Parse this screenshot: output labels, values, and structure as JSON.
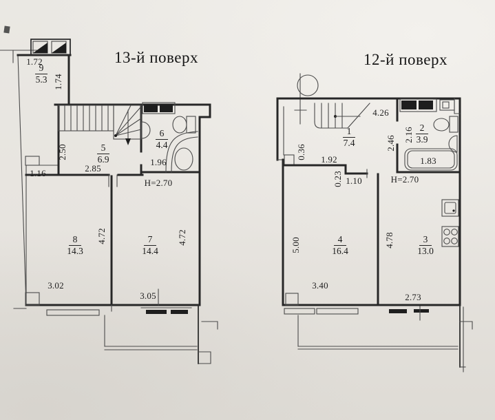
{
  "floor13": {
    "title": "13-й поверх",
    "height_note": "H=2.70",
    "rooms": {
      "r9": {
        "num": "9",
        "area": "5.3"
      },
      "r5": {
        "num": "5",
        "area": "6.9"
      },
      "r6": {
        "num": "6",
        "area": "4.4"
      },
      "r8": {
        "num": "8",
        "area": "14.3"
      },
      "r7": {
        "num": "7",
        "area": "14.4"
      }
    },
    "dims": {
      "balcony_top": "1.72",
      "balcony_side": "1.74",
      "hall_height": "2.50",
      "hall_width": "2.85",
      "balcony_bottom": "1.16",
      "bath_width": "1.96",
      "room8_width": "3.02",
      "room8_height": "4.72",
      "room7_width": "3.05",
      "room7_height": "4.72"
    }
  },
  "floor12": {
    "title": "12-й поверх",
    "height_note": "H=2.70",
    "rooms": {
      "r1": {
        "num": "1",
        "area": "7.4"
      },
      "r2": {
        "num": "2",
        "area": "3.9"
      },
      "r4": {
        "num": "4",
        "area": "16.4"
      },
      "r3": {
        "num": "3",
        "area": "13.0"
      }
    },
    "dims": {
      "hall_top": "4.26",
      "pier_width": "0.36",
      "hall_bottom": "1.92",
      "hall_height": "2.46",
      "bath_height": "2.16",
      "tub_length": "1.83",
      "wall_step": "0.23",
      "door_width": "1.10",
      "room4_height": "5.00",
      "room4_width": "3.40",
      "room3_height": "4.78",
      "room3_width": "2.73"
    }
  }
}
